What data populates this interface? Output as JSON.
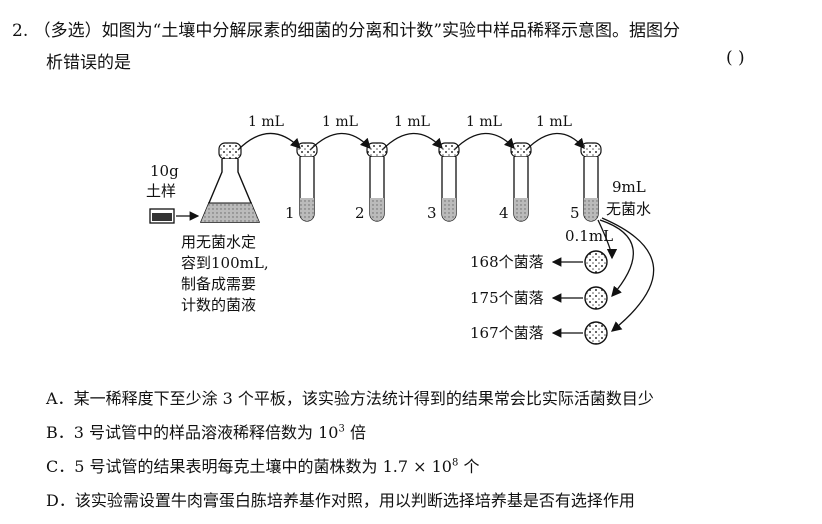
{
  "question": {
    "number": "2.",
    "type": "（多选）",
    "stem_line1": "如图为“土壤中分解尿素的细菌的分离和计数”实验中样品稀释示意图。据图分",
    "stem_line2": "析错误的是",
    "answer_paren": "(      )"
  },
  "figure": {
    "transfer_labels": [
      "1 mL",
      "1 mL",
      "1 mL",
      "1 mL",
      "1 mL"
    ],
    "sample_mass": "10g",
    "sample_name": "土样",
    "flask_caption": [
      "用无菌水定",
      "容到100mL,",
      "制备成需要",
      "计数的菌液"
    ],
    "tube_numbers": [
      "1",
      "2",
      "3",
      "4",
      "5"
    ],
    "tube_water_volume": "9mL",
    "tube_water_label": "无菌水",
    "plating_volume": "0.1mL",
    "plate_counts": [
      "168个菌落",
      "175个菌落",
      "167个菌落"
    ]
  },
  "options": [
    {
      "label": "A．",
      "text": "某一稀释度下至少涂 3 个平板，该实验方法统计得到的结果常会比实际活菌数目少"
    },
    {
      "label": "B．",
      "text_before": "3 号试管中的样品溶液稀释倍数为 10",
      "sup": "3",
      "text_after": " 倍"
    },
    {
      "label": "C．",
      "text_before": "5 号试管的结果表明每克土壤中的菌株数为 1.7 × 10",
      "sup": "8",
      "text_after": " 个"
    },
    {
      "label": "D．",
      "text": "该实验需设置牛肉膏蛋白胨培养基作对照，用以判断选择培养基是否有选择作用"
    }
  ]
}
